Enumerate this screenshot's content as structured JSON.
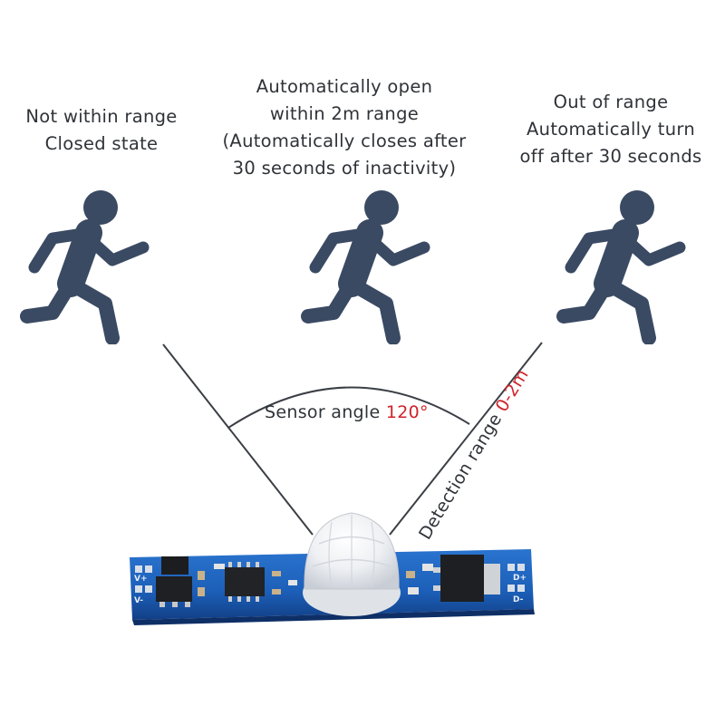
{
  "captions": {
    "left": [
      "Not within range",
      "Closed state"
    ],
    "middle": [
      "Automatically open",
      "within 2m range",
      "(Automatically closes after",
      "30 seconds of inactivity)"
    ],
    "right": [
      "Out of range",
      "Automatically turn",
      "off after 30 seconds"
    ]
  },
  "sensor_angle": {
    "label": "Sensor angle",
    "value": "120°"
  },
  "detection_range": {
    "label": "Detection range",
    "value": "0-2m"
  },
  "board": {
    "pad_left_top": "V+",
    "pad_left_bottom": "V-",
    "pad_right_top": "D+",
    "pad_right_bottom": "D-"
  },
  "colors": {
    "figure": "#3a4a63",
    "text": "#2f3338",
    "accent": "#d0232a",
    "pcb": "#1c5fb8",
    "line": "#3b3f45"
  },
  "icons": [
    "running-person-icon",
    "running-person-icon",
    "running-person-icon",
    "pir-dome-icon"
  ]
}
